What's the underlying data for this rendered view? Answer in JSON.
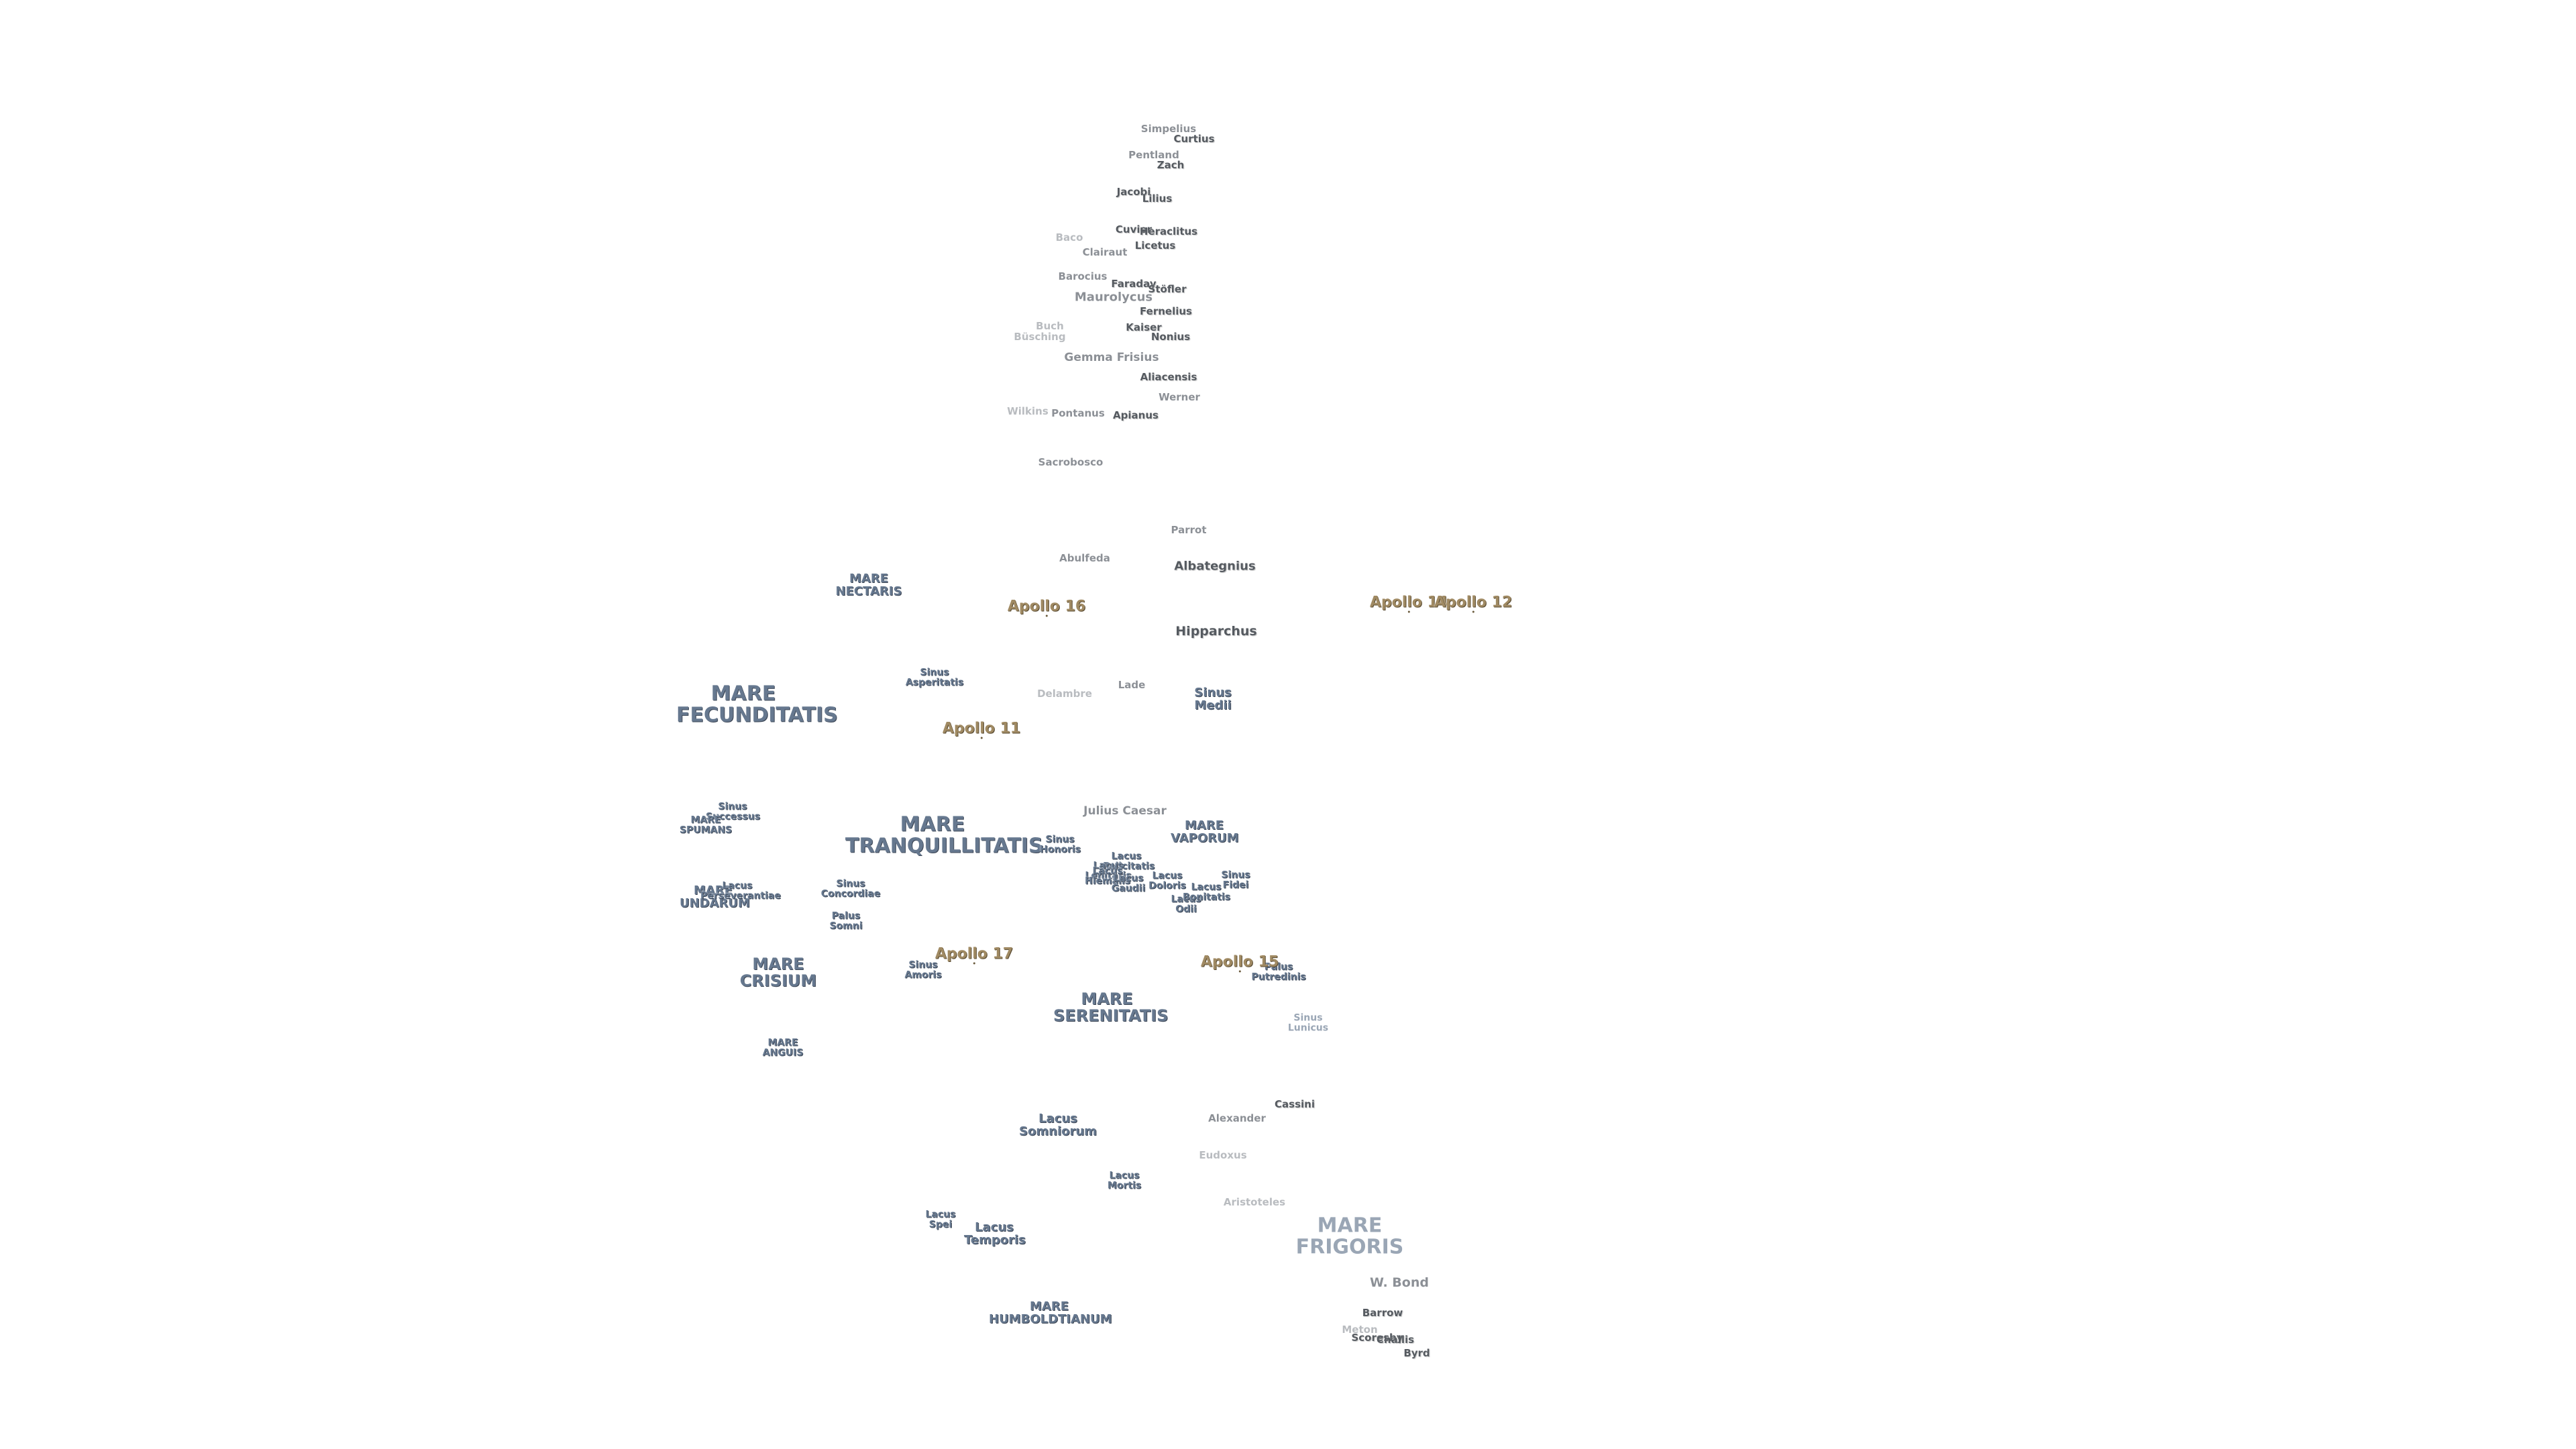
{
  "craters": [
    "Simpelius",
    "Curtius",
    "Pentland",
    "Zach",
    "Jacobi",
    "Lilius",
    "Cuvier",
    "Heraclitus",
    "Licetus",
    "Baco",
    "Clairaut",
    "Barocius",
    "Faraday",
    "Stöfler",
    "Maurolycus",
    "Fernelius",
    "Buch",
    "Kaiser",
    "Nonius",
    "Büsching",
    "Gemma Frisius",
    "Aliacensis",
    "Werner",
    "Wilkins",
    "Pontanus",
    "Apianus",
    "Sacrobosco",
    "Parrot",
    "Abulfeda",
    "Albategnius",
    "Hipparchus",
    "Delambre",
    "Lade",
    "Julius Caesar",
    "Alexander",
    "Cassini",
    "Eudoxus",
    "Aristoteles",
    "W. Bond",
    "Barrow",
    "Meton",
    "Scoresby",
    "Challis",
    "Byrd"
  ],
  "seas": [
    "MARE NECTARIS",
    "MARE FECUNDITATIS",
    "Sinus Asperitatis",
    "Sinus Medii",
    "Sinus Successus",
    "MARE SPUMANS",
    "MARE TRANQUILLITATIS",
    "Sinus Honoris",
    "MARE VAPORUM",
    "Lacus Felicitatis",
    "Lacus Lenitatis",
    "Lacus Hiemalis",
    "Lacus Doloris",
    "Lacus Gaudii",
    "Sinus Fidei",
    "Lacus Odii",
    "Lacus Bonitatis",
    "MARE UNDARUM",
    "Lacus Perseverantiae",
    "Sinus Concordiae",
    "Palus Somni",
    "MARE CRISIUM",
    "Sinus Amoris",
    "MARE SERENITATIS",
    "Palus Putredinis",
    "Sinus Lunicus",
    "MARE ANGUIS",
    "Lacus Somniorum",
    "Lacus Mortis",
    "Lacus Spei",
    "Lacus Temporis",
    "MARE FRIGORIS",
    "MARE HUMBOLDTIANUM"
  ],
  "apollo_sites": [
    "Apollo 16",
    "Apollo 14",
    "Apollo 12",
    "Apollo 11",
    "Apollo 17",
    "Apollo 15"
  ]
}
